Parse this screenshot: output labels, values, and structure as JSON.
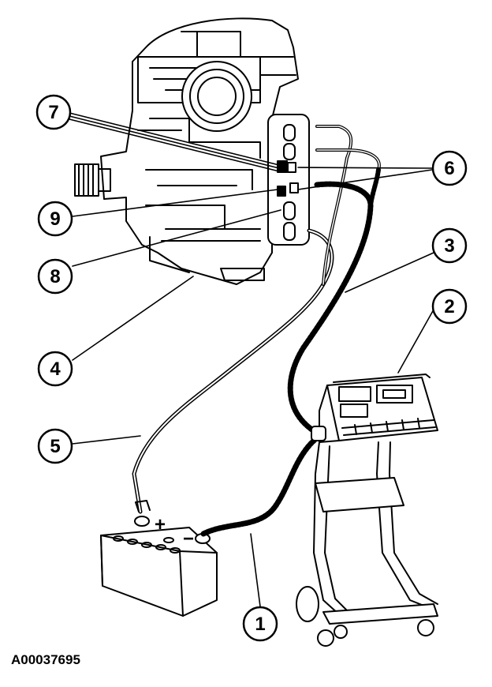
{
  "figure_id": "A00037695",
  "callouts": {
    "c1": "1",
    "c2": "2",
    "c3": "3",
    "c4": "4",
    "c5": "5",
    "c6": "6",
    "c7": "7",
    "c8": "8",
    "c9": "9"
  },
  "battery_marks": {
    "positive": "+",
    "negative": "−"
  }
}
